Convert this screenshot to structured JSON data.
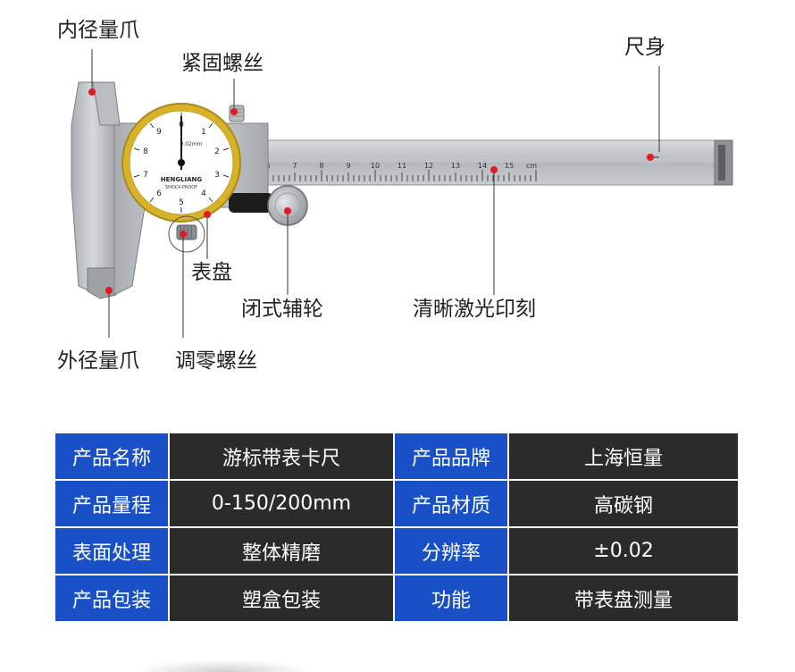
{
  "colors": {
    "key_cell": "#1950c8",
    "value_cell": "#2b2b2b",
    "marker_dot": "#e01b24",
    "dial_ring": "#d8b32a"
  },
  "labels": {
    "inner_jaw": "内径量爪",
    "lock_screw": "紧固螺丝",
    "ruler_body": "尺身",
    "dial": "表盘",
    "thumb_wheel": "闭式辅轮",
    "laser_marks": "清晰激光印刻",
    "outer_jaw": "外径量爪",
    "adjust_screw": "调零螺丝"
  },
  "dial_face": {
    "brand": "HENGLIANG",
    "subtitle": "SHOCK-PROOF",
    "resolution": "0.02mm",
    "numbers": [
      "0",
      "1",
      "2",
      "3",
      "4",
      "5",
      "6",
      "7",
      "8",
      "9"
    ]
  },
  "scale": {
    "numbers": [
      "6",
      "7",
      "8",
      "9",
      "10",
      "11",
      "12",
      "13",
      "14",
      "15"
    ],
    "unit": "cm"
  },
  "spec_table": {
    "rows": [
      {
        "k1": "产品名称",
        "v1": "游标带表卡尺",
        "k2": "产品品牌",
        "v2": "上海恒量"
      },
      {
        "k1": "产品量程",
        "v1": "0-150/200mm",
        "k2": "产品材质",
        "v2": "高碳钢"
      },
      {
        "k1": "表面处理",
        "v1": "整体精磨",
        "k2": "分辨率",
        "v2": "±0.02"
      },
      {
        "k1": "产品包装",
        "v1": "塑盒包装",
        "k2": "功能",
        "v2": "带表盘测量"
      }
    ]
  }
}
